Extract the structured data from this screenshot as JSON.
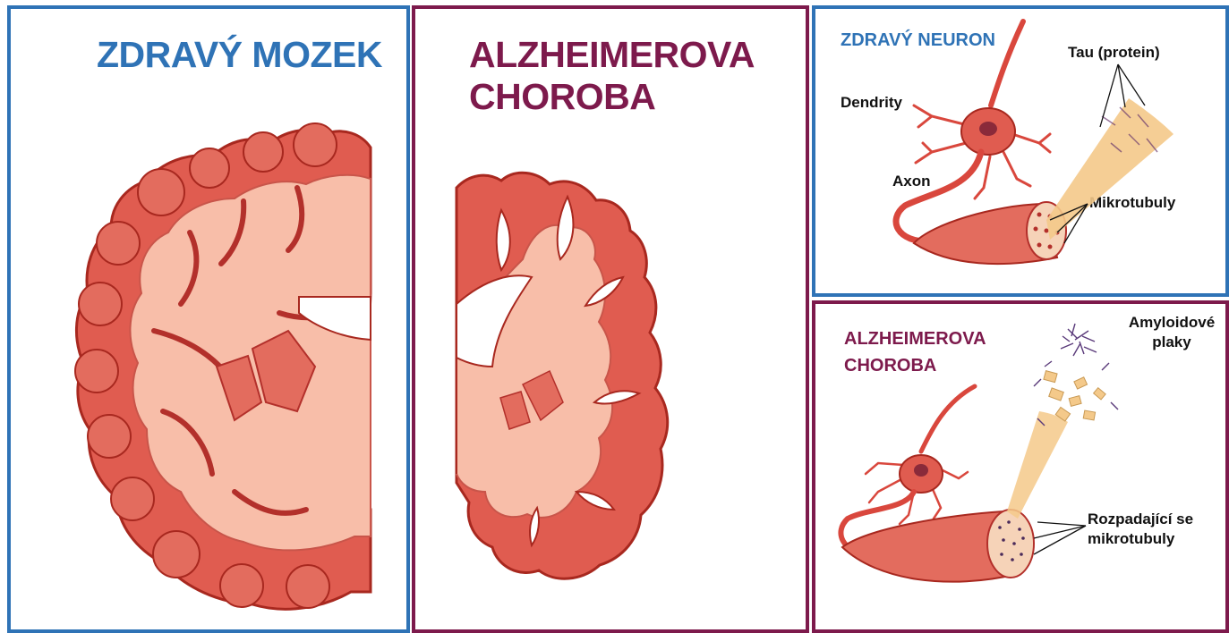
{
  "panels": {
    "healthy_brain": {
      "title": "ZDRAVÝ MOZEK"
    },
    "alzheimer_brain": {
      "title": "ALZHEIMEROVA CHOROBA"
    },
    "healthy_neuron": {
      "title": "ZDRAVÝ NEURON",
      "labels": {
        "dendrites": "Dendrity",
        "axon": "Axon",
        "tau": "Tau (protein)",
        "microtubules": "Mikrotubuly"
      }
    },
    "alzheimer_neuron": {
      "title": "ALZHEIMEROVA CHOROBA",
      "labels": {
        "plaques": "Amyloidové plaky",
        "disintegrating": "Rozpadající se mikrotubuly"
      }
    }
  },
  "colors": {
    "healthy_accent": "#2f73b6",
    "disease_accent": "#7d1a4c",
    "cortex": "#e36c5e",
    "white_matter": "#f7b9a6",
    "outline": "#b3302b"
  }
}
